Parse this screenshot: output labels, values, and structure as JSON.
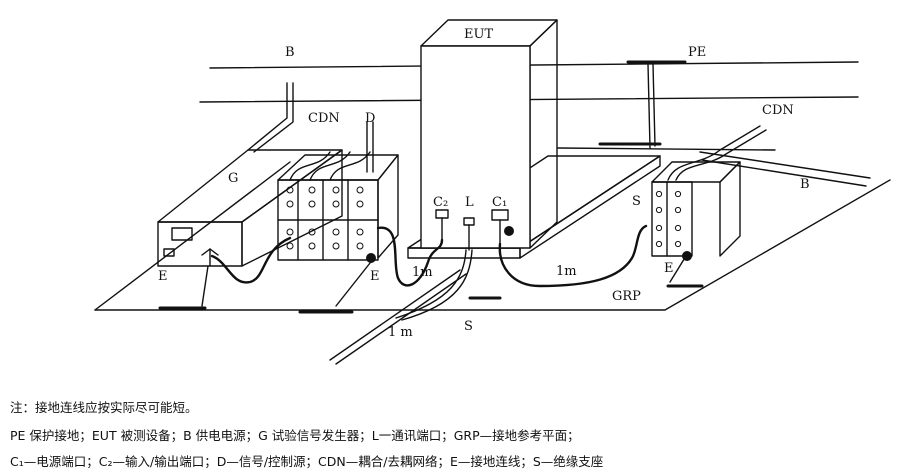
{
  "diagram": {
    "labels": {
      "B_left": "B",
      "PE": "PE",
      "EUT": "EUT",
      "CDN_left": "CDN",
      "D": "D",
      "CDN_right": "CDN",
      "G": "G",
      "B_right": "B",
      "S_right": "S",
      "C2": "C₂",
      "L": "L",
      "C1": "C₁",
      "E_left": "E",
      "E_mid": "E",
      "E_right": "E",
      "len_1m_a": "1m",
      "len_1m_b": "1m",
      "len_1m_c": "1 m",
      "GRP": "GRP",
      "S_bottom": "S"
    }
  },
  "notes": {
    "line1": "注：接地连线应按实际尽可能短。",
    "line2": "PE  保护接地；EUT  被测设备；B  供电电源；G  试验信号发生器；L一通讯端口；GRP—接地参考平面；",
    "line3": "C₁—电源端口；C₂—输入/输出端口；D—信号/控制源；CDN—耦合/去耦网络；E—接地连线；S—绝缘支座"
  }
}
